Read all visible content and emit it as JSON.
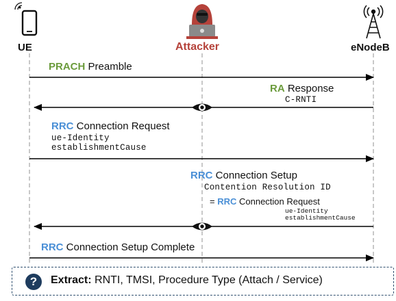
{
  "actors": {
    "ue": "UE",
    "attacker": "Attacker",
    "enodeb": "eNodeB"
  },
  "messages": {
    "prach": {
      "keyword": "PRACH",
      "text": " Preamble"
    },
    "ra": {
      "keyword": "RA",
      "text": " Response",
      "param": "C-RNTI"
    },
    "rrc_request": {
      "keyword": "RRC",
      "text": " Connection Request",
      "params": "ue-Identity\nestablishmentCause"
    },
    "rrc_setup": {
      "keyword": "RRC",
      "text": " Connection Setup",
      "param": "Contention Resolution ID",
      "eq_prefix": "= ",
      "eq_keyword": "RRC",
      "eq_text": " Connection Request",
      "sub_params": "ue-Identity\nestablishmentCause"
    },
    "rrc_complete": {
      "keyword": "RRC",
      "text": " Connection Setup Complete"
    }
  },
  "extract": {
    "label": "Extract:",
    "text": " RNTI, TMSI, Procedure Type (Attach / Service)",
    "icon": "?"
  },
  "colors": {
    "attacker": "#b5423a",
    "green": "#6b9b3c",
    "blue": "#4a8fd6",
    "navy": "#1e3c5e"
  },
  "icons": [
    "smartphone-icon",
    "wifi-signal-icon",
    "hacker-icon",
    "cell-tower-icon",
    "eye-icon",
    "question-icon"
  ]
}
